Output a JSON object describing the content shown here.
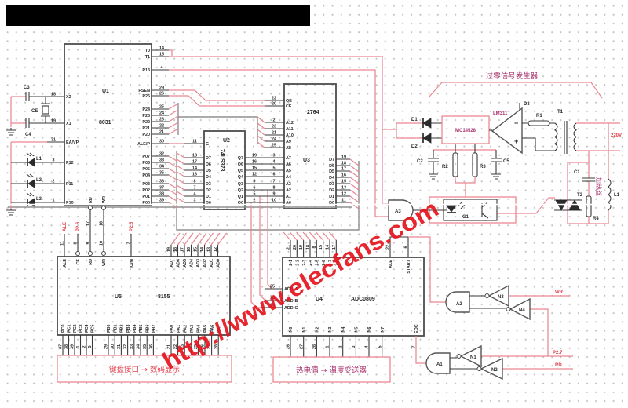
{
  "diagram": {
    "kind": "circuit-schematic",
    "title_bar": "redacted"
  },
  "watermark": {
    "text": "http://www.elecfans.com"
  },
  "colors": {
    "wire_pink": "#ea8891",
    "component": "#3a3a3a",
    "bus_gray": "#8f8f8f",
    "label_red": "#e23a48",
    "label_purple": "#a8326e",
    "watermark_red": "#e5141e",
    "grid_dot": "#bdbdbd",
    "title_bar": "#000000"
  },
  "u1": {
    "ref": "U1",
    "part": "8031",
    "left_pins": [
      {
        "name": "X2",
        "num": "18"
      },
      {
        "name": "X1",
        "num": "19"
      },
      {
        "name": "EA/VP",
        "num": "31"
      },
      {
        "name": "P12",
        "num": "3"
      },
      {
        "name": "P11",
        "num": "2"
      },
      {
        "name": "P10",
        "num": "1"
      }
    ],
    "right_pins": [
      {
        "name": "T0",
        "num": "14"
      },
      {
        "name": "T1",
        "num": "15"
      },
      {
        "name": "P13",
        "num": "4"
      },
      {
        "name": "PSEN",
        "num": "29"
      },
      {
        "name": "P25",
        "num": "26"
      },
      {
        "name": "P24",
        "num": "25"
      },
      {
        "name": "P23",
        "num": "24"
      },
      {
        "name": "P22",
        "num": "23"
      },
      {
        "name": "P21",
        "num": "22"
      },
      {
        "name": "P20",
        "num": "21"
      },
      {
        "name": "ALE/P",
        "num": "30"
      },
      {
        "name": "P07",
        "num": "32"
      },
      {
        "name": "P06",
        "num": "33"
      },
      {
        "name": "P05",
        "num": "34"
      },
      {
        "name": "P04",
        "num": "35"
      },
      {
        "name": "P03",
        "num": "36"
      },
      {
        "name": "P02",
        "num": "37"
      },
      {
        "name": "P01",
        "num": "38"
      },
      {
        "name": "P00",
        "num": "39"
      }
    ],
    "bottom_pins": [
      {
        "name": "RD",
        "num": "17"
      },
      {
        "name": "WR",
        "num": "16"
      }
    ]
  },
  "u2": {
    "ref": "U2",
    "part": "74LS373",
    "left_pins": [
      {
        "name": "G",
        "num": "11"
      },
      {
        "name": "D7",
        "num": "18"
      },
      {
        "name": "D6",
        "num": "17"
      },
      {
        "name": "D5",
        "num": "14"
      },
      {
        "name": "D4",
        "num": "13"
      },
      {
        "name": "D3",
        "num": "8"
      },
      {
        "name": "D2",
        "num": "7"
      },
      {
        "name": "D1",
        "num": "4"
      },
      {
        "name": "D0",
        "num": "3"
      }
    ],
    "right_pins": [
      {
        "name": "Q7",
        "num": "19"
      },
      {
        "name": "Q6",
        "num": "16"
      },
      {
        "name": "Q5",
        "num": "15"
      },
      {
        "name": "Q4",
        "num": "12"
      },
      {
        "name": "Q3",
        "num": "9"
      },
      {
        "name": "Q2",
        "num": "6"
      },
      {
        "name": "Q1",
        "num": "5"
      },
      {
        "name": "Q0",
        "num": "2"
      }
    ]
  },
  "u3": {
    "ref": "U3",
    "part": "2764",
    "left_pins": [
      {
        "name": "OE",
        "num": "22"
      },
      {
        "name": "CE",
        "num": "20"
      },
      {
        "name": "A12",
        "num": "2"
      },
      {
        "name": "A11",
        "num": "23"
      },
      {
        "name": "A10",
        "num": "21"
      },
      {
        "name": "A9",
        "num": "24"
      },
      {
        "name": "A8",
        "num": "25"
      },
      {
        "name": "A7",
        "num": "3"
      },
      {
        "name": "A6",
        "num": "4"
      },
      {
        "name": "A5",
        "num": "5"
      },
      {
        "name": "A4",
        "num": "6"
      },
      {
        "name": "A3",
        "num": "7"
      },
      {
        "name": "A2",
        "num": "8"
      },
      {
        "name": "A1",
        "num": "9"
      },
      {
        "name": "A0",
        "num": "10"
      }
    ],
    "right_pins": [
      {
        "name": "D7",
        "num": "19"
      },
      {
        "name": "D6",
        "num": "18"
      },
      {
        "name": "D5",
        "num": "17"
      },
      {
        "name": "D4",
        "num": "16"
      },
      {
        "name": "D3",
        "num": "15"
      },
      {
        "name": "D2",
        "num": "13"
      },
      {
        "name": "D1",
        "num": "12"
      },
      {
        "name": "D0",
        "num": "11"
      }
    ]
  },
  "u4": {
    "ref": "U4",
    "part": "ADC0809",
    "data_pins": [
      {
        "name": "2-1",
        "num": "21"
      },
      {
        "name": "2-2",
        "num": "20"
      },
      {
        "name": "2-3",
        "num": "19"
      },
      {
        "name": "2-4",
        "num": "18"
      },
      {
        "name": "2-5",
        "num": "8"
      },
      {
        "name": "2-6",
        "num": "15"
      },
      {
        "name": "2-7",
        "num": "14"
      },
      {
        "name": "2-8",
        "num": "17"
      }
    ],
    "ctrl_pins": [
      {
        "name": "ALE",
        "num": "22"
      },
      {
        "name": "START",
        "num": "6"
      }
    ],
    "left_pins": [
      {
        "name": "ADD-A",
        "num": "25"
      },
      {
        "name": "ADD-B",
        "num": "24"
      },
      {
        "name": "ADD-C",
        "num": "23"
      }
    ],
    "bottom_pins": [
      {
        "name": "IN0",
        "num": "26"
      },
      {
        "name": "IN1",
        "num": "27"
      },
      {
        "name": "IN2",
        "num": "28"
      },
      {
        "name": "IN3",
        "num": "1"
      },
      {
        "name": "IN4",
        "num": "2"
      },
      {
        "name": "IN5",
        "num": "3"
      },
      {
        "name": "IN6",
        "num": "4"
      },
      {
        "name": "IN7",
        "num": "5"
      }
    ],
    "eoc_pins": [
      {
        "name": "EOC",
        "num": "7"
      }
    ]
  },
  "u5": {
    "ref": "U5",
    "part": "8155",
    "top_pins": [
      {
        "name": "ALE",
        "num": "11",
        "signal": "ALE"
      },
      {
        "name": "CE",
        "num": "8",
        "signal": "P2.6"
      },
      {
        "name": "RD",
        "num": "9",
        "signal": ""
      },
      {
        "name": "WR",
        "num": "10",
        "signal": ""
      },
      {
        "name": "IO/M",
        "num": "7",
        "signal": "P2.5"
      }
    ],
    "ad_pins": [
      {
        "name": "AD7",
        "num": "19"
      },
      {
        "name": "AD6",
        "num": "18"
      },
      {
        "name": "AD5",
        "num": "17"
      },
      {
        "name": "AD4",
        "num": "16"
      },
      {
        "name": "AD3",
        "num": "15"
      },
      {
        "name": "AD2",
        "num": "14"
      },
      {
        "name": "AD1",
        "num": "13"
      },
      {
        "name": "AD0",
        "num": "12"
      }
    ],
    "bottom_pins": [
      {
        "name": "PC0",
        "num": "37"
      },
      {
        "name": "PC1",
        "num": "38"
      },
      {
        "name": "PC2",
        "num": "39"
      },
      {
        "name": "PC3",
        "num": "1"
      },
      {
        "name": "PC4",
        "num": "2"
      },
      {
        "name": "PC5",
        "num": "5"
      },
      {
        "name": "PB0",
        "num": "29"
      },
      {
        "name": "PB1",
        "num": "30"
      },
      {
        "name": "PB2",
        "num": "31"
      },
      {
        "name": "PB3",
        "num": "32"
      },
      {
        "name": "PB4",
        "num": "33"
      },
      {
        "name": "PB5",
        "num": "34"
      },
      {
        "name": "PB6",
        "num": "35"
      },
      {
        "name": "PB7",
        "num": "36"
      },
      {
        "name": "PA0",
        "num": "21"
      },
      {
        "name": "PA1",
        "num": "22"
      },
      {
        "name": "PA2",
        "num": "23"
      },
      {
        "name": "PA3",
        "num": "24"
      },
      {
        "name": "PA4",
        "num": "25"
      },
      {
        "name": "PA5",
        "num": "26"
      },
      {
        "name": "PA6",
        "num": "27"
      },
      {
        "name": "PA7",
        "num": "28"
      }
    ]
  },
  "crystal": {
    "c3": "C3",
    "xtal": "CE",
    "c4": "C4"
  },
  "leds": [
    {
      "ref": "L1"
    },
    {
      "ref": "L2"
    },
    {
      "ref": "L3"
    }
  ],
  "zero_crossing": {
    "title": "过零信号发生器",
    "d1": "D1",
    "d2": "D2",
    "ic": "MC14528",
    "comparator": "LM311",
    "op_minus": "−",
    "op_plus": "+",
    "d3": "D3",
    "r1": "R1",
    "transformer": "T1",
    "supply": "220V",
    "c2": "C2",
    "r2": "R2",
    "r3": "R3",
    "c5": "C5"
  },
  "power_stage": {
    "c1": "C1",
    "r4": "R4",
    "triac": "T2",
    "inductor": "L1",
    "heater": "加热丝",
    "optocoupler": "G1"
  },
  "logic": {
    "gates": {
      "a1": "A1",
      "a2": "A2",
      "a3": "A3",
      "n1": "N1",
      "n2": "N2",
      "n3": "N3",
      "n4": "N4"
    },
    "signals": {
      "wr": "WR",
      "p27": "P2.7",
      "rd": "RD"
    }
  },
  "blocks": {
    "keyboard_display": "键盘接口 → 数码显示",
    "thermo": "热电偶 → 温度变送器"
  }
}
